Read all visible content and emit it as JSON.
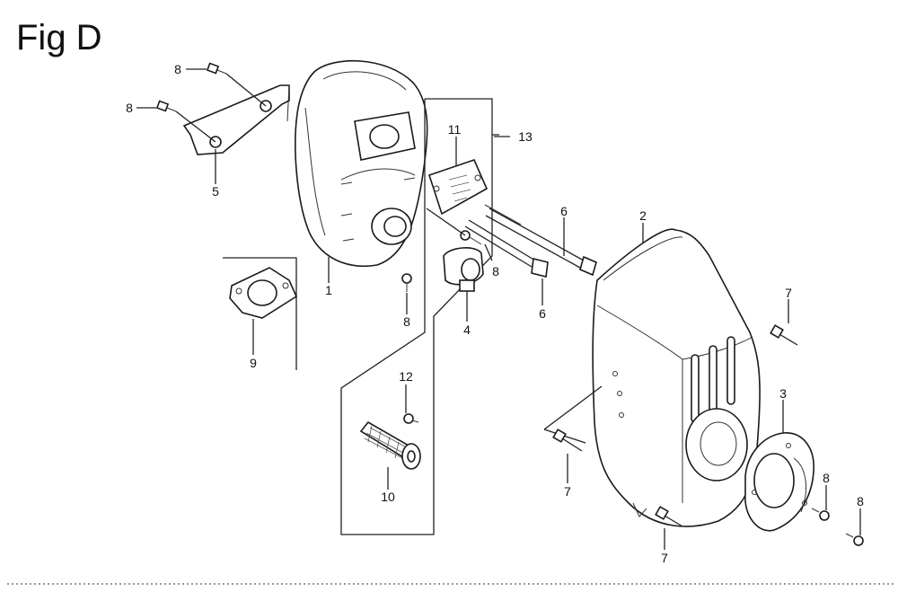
{
  "figure": {
    "title": "Fig D"
  },
  "callouts": {
    "c1": "1",
    "c2": "2",
    "c3": "3",
    "c4": "4",
    "c5": "5",
    "c6a": "6",
    "c6b": "6",
    "c7a": "7",
    "c7b": "7",
    "c7c": "7",
    "c8a": "8",
    "c8b": "8",
    "c8c": "8",
    "c8d": "8",
    "c8e": "8",
    "c8f": "8",
    "c9": "9",
    "c10": "10",
    "c11": "11",
    "c12": "12",
    "c13": "13"
  }
}
